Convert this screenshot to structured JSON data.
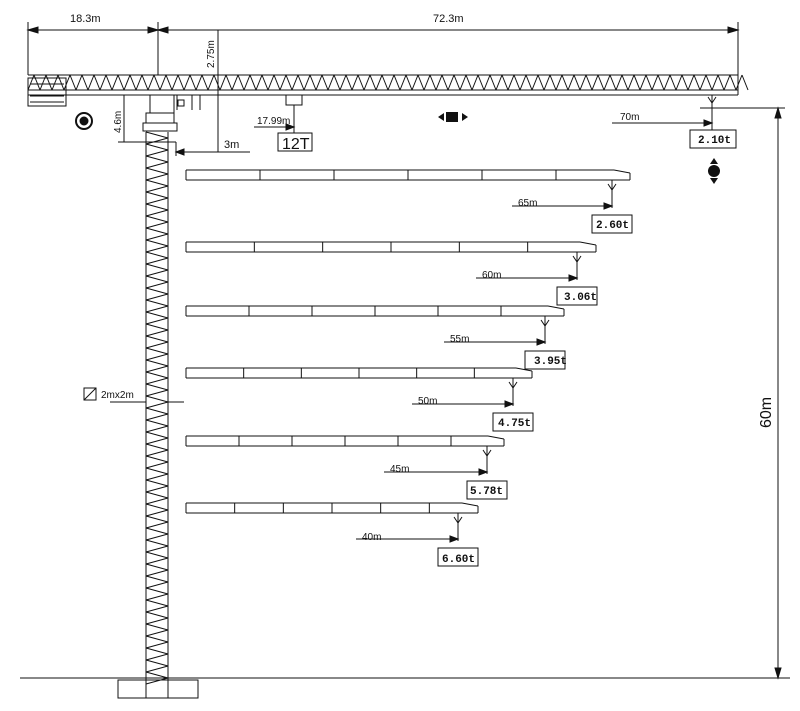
{
  "top_dims": {
    "counter_jib": "18.3m",
    "jib": "72.3m",
    "height_jib_top": "2.75m"
  },
  "head": {
    "offset_4_6": "4.6m",
    "offset_3": "3m",
    "max_radius": "17.99m",
    "max_load": "12T"
  },
  "tip": {
    "radius": "70m",
    "load": "2.10t"
  },
  "mast": {
    "section": "2mx2m",
    "height": "60m"
  },
  "jibs": [
    {
      "radius": "65m",
      "load": "2.60t"
    },
    {
      "radius": "60m",
      "load": "3.06t"
    },
    {
      "radius": "55m",
      "load": "3.95t"
    },
    {
      "radius": "50m",
      "load": "4.75t"
    },
    {
      "radius": "45m",
      "load": "5.78t"
    },
    {
      "radius": "40m",
      "load": "6.60t"
    }
  ],
  "icons": [
    "slew-icon",
    "trolley-icon",
    "hoist-icon"
  ]
}
